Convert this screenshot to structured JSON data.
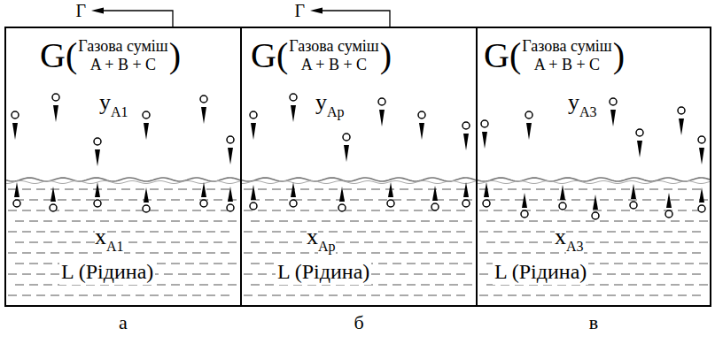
{
  "diagram": {
    "nodes": [
      {
        "text": [
          "G(",
          "Газова суміш",
          "A + B + C",
          ")",
          "y",
          "A1",
          "x",
          "A1",
          "L (Рідина)",
          "а"
        ]
      },
      {
        "text": [
          "G(",
          "Газова суміш",
          "A + B + C",
          ")",
          "y",
          "Ap",
          "x",
          "Ap",
          "L (Рідина)",
          "б"
        ]
      },
      {
        "text": [
          "G(",
          "Газова суміш",
          "A + B + C",
          ")",
          "y",
          "A3",
          "x",
          "A3",
          "L (Рідина)",
          "в"
        ]
      }
    ],
    "labels": [
      "Г",
      "Г"
    ]
  }
}
